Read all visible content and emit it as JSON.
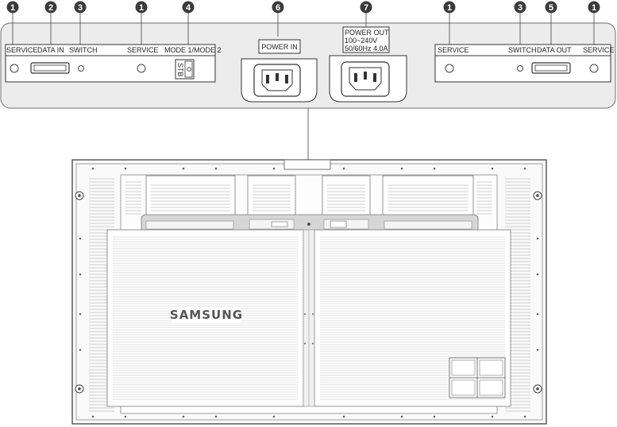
{
  "callouts": {
    "service": "1",
    "data_in": "2",
    "switch": "3",
    "mode": "4",
    "data_out": "5",
    "power_in": "6",
    "power_out": "7"
  },
  "labels": {
    "service": "SERVICE",
    "data_in": "DATA IN",
    "switch": "SWITCH",
    "mode": "MODE 1/MODE 2",
    "stb": "STB",
    "power_in": "POWER IN",
    "power_out_line1": "POWER OUT",
    "power_out_line2": "100~240V",
    "power_out_line3": "50/60Hz 4.0A",
    "data_out": "DATA OUT"
  },
  "brand": "SAMSUNG"
}
